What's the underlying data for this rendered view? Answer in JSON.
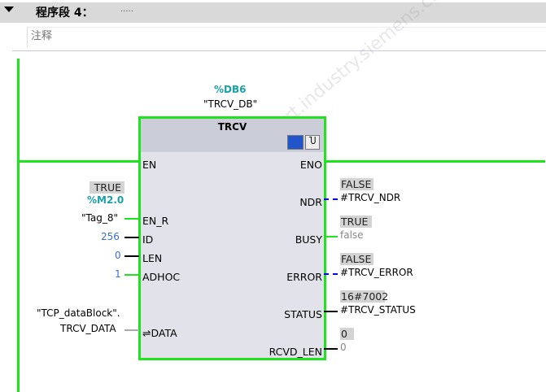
{
  "network": {
    "title": "程序段 4：",
    "title_dots": ".....",
    "comment": "注释"
  },
  "block": {
    "db_address": "%DB6",
    "db_name": "\"TRCV_DB\"",
    "type": "TRCV"
  },
  "inputs": [
    {
      "pin": "EN"
    },
    {
      "pin": "EN_R",
      "monitor": "TRUE",
      "address": "%M2.0",
      "operand": "\"Tag_8\""
    },
    {
      "pin": "ID",
      "operand": "256"
    },
    {
      "pin": "LEN",
      "operand": "0"
    },
    {
      "pin": "ADHOC",
      "operand": "1"
    },
    {
      "pin": "DATA",
      "operand_line1": "\"TCP_dataBlock\".",
      "operand_line2": "TRCV_DATA",
      "icon": "⇌"
    }
  ],
  "outputs": [
    {
      "pin": "ENO"
    },
    {
      "pin": "NDR",
      "monitor": "FALSE",
      "operand": "#TRCV_NDR"
    },
    {
      "pin": "BUSY",
      "monitor": "TRUE",
      "operand": "false"
    },
    {
      "pin": "ERROR",
      "monitor": "FALSE",
      "operand": "#TRCV_ERROR"
    },
    {
      "pin": "STATUS",
      "monitor": "16#7002",
      "operand": "#TRCV_STATUS"
    },
    {
      "pin": "RCVD_LEN",
      "monitor": "0",
      "operand": "0"
    }
  ],
  "watermark": "西门子工业 support.industry.siemens.com/cs",
  "colors": {
    "powerflow": "#1ee31e",
    "teal": "#1aa0a8",
    "dashed": "#0000ff"
  }
}
